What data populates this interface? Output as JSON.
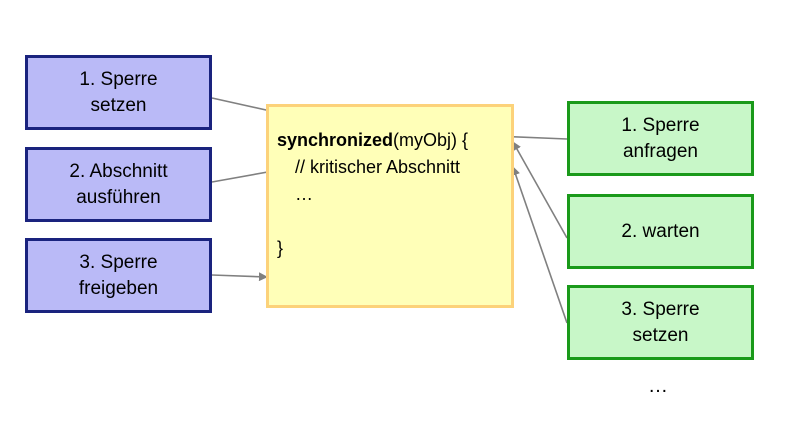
{
  "left_steps": [
    {
      "lines": [
        "1. Sperre",
        "setzen"
      ]
    },
    {
      "lines": [
        "2. Abschnitt",
        "ausführen"
      ]
    },
    {
      "lines": [
        "3. Sperre",
        "freigeben"
      ]
    }
  ],
  "right_steps": [
    {
      "lines": [
        "1. Sperre",
        "anfragen"
      ]
    },
    {
      "lines": [
        "2. warten"
      ]
    },
    {
      "lines": [
        "3. Sperre",
        "setzen"
      ]
    }
  ],
  "code": {
    "keyword": "synchronized",
    "args": "(myObj) {",
    "comment": "// kritischer Abschnitt",
    "ellipsis": "…",
    "close": "}"
  },
  "right_ellipsis": "…",
  "colors": {
    "left_fill": "#babaf7",
    "left_border": "#1a237e",
    "right_fill": "#c8f7c8",
    "right_border": "#1a9a1a",
    "code_fill": "#ffffb8",
    "code_border": "#fcd27a",
    "arrow": "#808080"
  }
}
